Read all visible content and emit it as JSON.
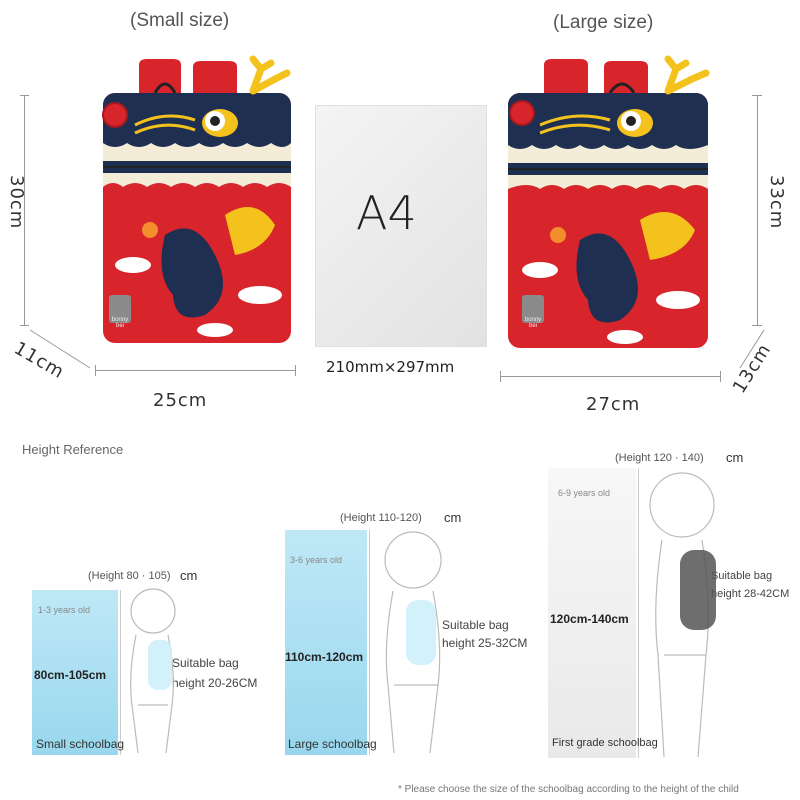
{
  "top": {
    "small_title": "(Small size)",
    "large_title": "(Large size)",
    "small_height": "30cm",
    "small_depth": "11cm",
    "small_width": "25cm",
    "large_height": "33cm",
    "large_depth": "13cm",
    "large_width": "27cm",
    "a4_label": "A4",
    "a4_size": "210mm×297mm",
    "brand_label": "bonny bei"
  },
  "reference": {
    "title": "Height Reference",
    "columns": [
      {
        "height_label": "(Height 80 · 105)",
        "unit": "cm",
        "age": "1-3 years old",
        "range": "80cm-105cm",
        "bag_line1": "Suitable bag",
        "bag_line2": "height 20-26CM",
        "caption": "Small schoolbag",
        "color": "#9fd9ef"
      },
      {
        "height_label": "(Height 110-120)",
        "unit": "cm",
        "age": "3-6 years old",
        "range": "110cm-120cm",
        "bag_line1": "Suitable bag",
        "bag_line2": "height 25-32CM",
        "caption": "Large schoolbag",
        "color": "#9fd9ef"
      },
      {
        "height_label": "(Height 120 · 140)",
        "unit": "cm",
        "age": "6-9 years old",
        "range": "120cm-140cm",
        "bag_line1": "Suitable bag",
        "bag_line2": "height 28-42CM",
        "caption": "First grade schoolbag",
        "color": "#eeeeee"
      }
    ],
    "footnote": "* Please choose the size of the schoolbag according to the height of the child"
  },
  "colors": {
    "bag_red": "#d8242b",
    "bag_navy": "#1f2f52",
    "horn_yellow": "#f4c21c",
    "strap_red": "#d8242b"
  }
}
